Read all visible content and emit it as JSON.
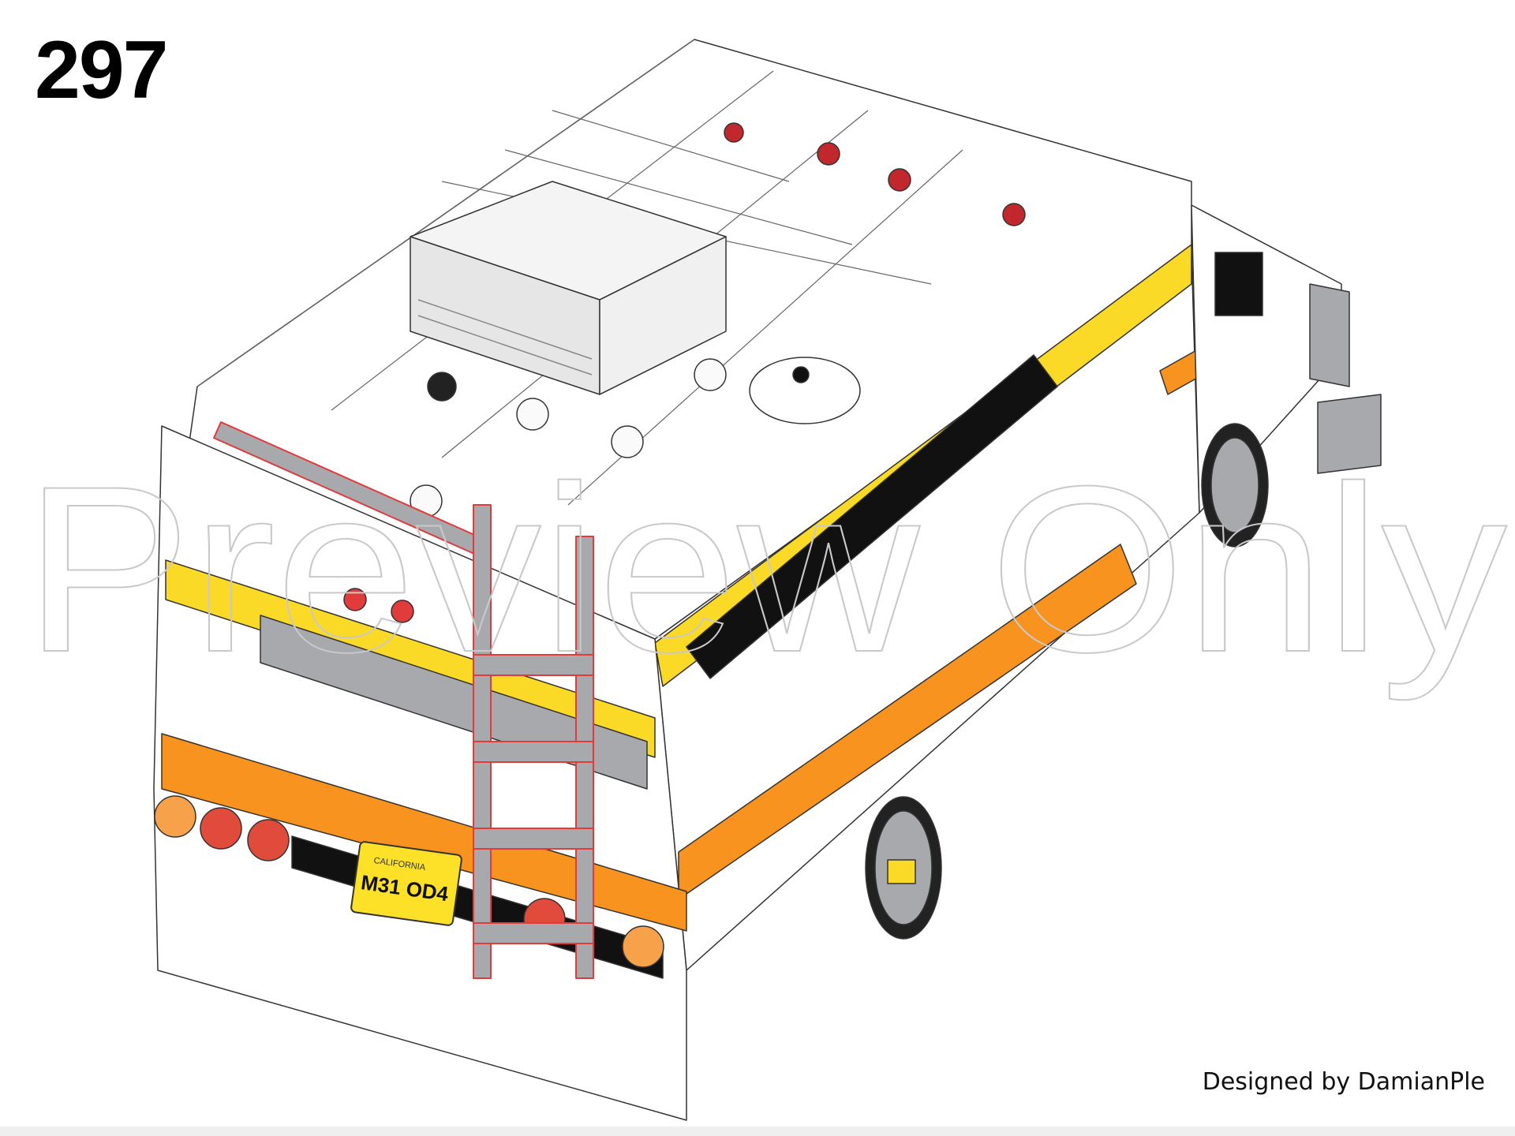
{
  "step": {
    "number": "297"
  },
  "illustration": {
    "license_plate": {
      "state": "CALIFORNIA",
      "number": "M31 OD4"
    }
  },
  "watermark": {
    "text": "Preview Only"
  },
  "footer": {
    "credit": "Designed by DamianPle"
  },
  "colors": {
    "body_white": "#ffffff",
    "stripe_yellow": "#fbd927",
    "stripe_orange": "#f7931e",
    "outline": "#333333",
    "grey": "#a7a9ac",
    "black": "#111111",
    "red": "#c1272d",
    "highlight_red": "#e23b3b"
  }
}
